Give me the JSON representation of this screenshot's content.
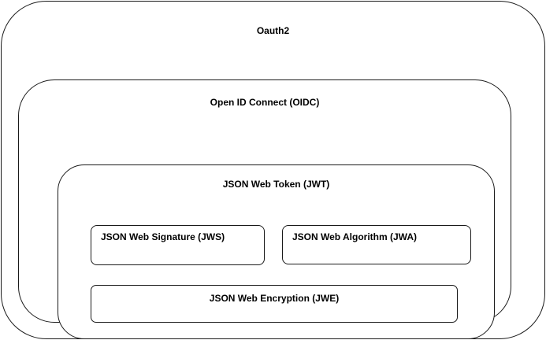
{
  "diagram": {
    "oauth2": {
      "label": "Oauth2"
    },
    "oidc": {
      "label": "Open ID Connect (OIDC)"
    },
    "jwt": {
      "label": "JSON Web Token (JWT)"
    },
    "jws": {
      "label": "JSON Web Signature (JWS)"
    },
    "jwa": {
      "label": "JSON Web Algorithm (JWA)"
    },
    "jwe": {
      "label": "JSON Web Encryption (JWE)"
    }
  },
  "colors": {
    "border": "#1a1a1a",
    "background": "#ffffff",
    "text": "#000000"
  }
}
